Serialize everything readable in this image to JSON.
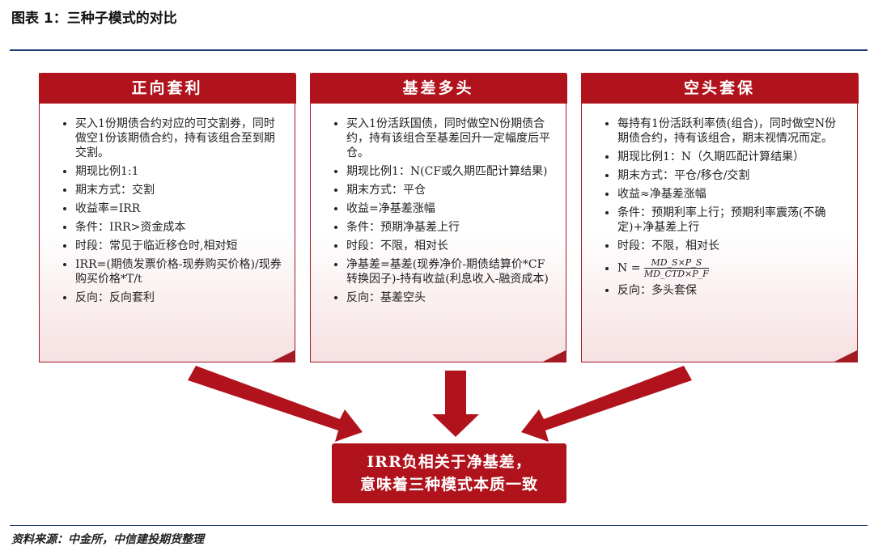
{
  "title": "图表 1：三种子模式的对比",
  "panels": [
    {
      "header": "正向套利",
      "items": [
        "买入1份期债合约对应的可交割券，同时做空1份该期债合约，持有该组合至到期交割。",
        "期现比例1:1",
        "期末方式：交割",
        "收益率=IRR",
        "条件：IRR>资金成本",
        "时段：常见于临近移仓时,相对短",
        "IRR=(期债发票价格-现券购买价格)/现券购买价格*T/t",
        "反向：反向套利"
      ]
    },
    {
      "header": "基差多头",
      "items": [
        "买入1份活跃国债，同时做空N份期债合约，持有该组合至基差回升一定幅度后平仓。",
        "期现比例1：N(CF或久期匹配计算结果)",
        "期末方式：平仓",
        "收益=净基差涨幅",
        "条件：预期净基差上行",
        "时段：不限，相对长",
        "净基差=基差(现券净价-期债结算价*CF转换因子)-持有收益(利息收入-融资成本)",
        "反向：基差空头"
      ]
    },
    {
      "header": "空头套保",
      "items": [
        "每持有1份活跃利率债(组合)，同时做空N份期债合约，持有该组合，期末视情况而定。",
        "期现比例1：N（久期匹配计算结果）",
        "期末方式：平仓/移仓/交割",
        "收益≈净基差涨幅",
        "条件：预期利率上行；预期利率震荡(不确定)+净基差上行",
        "时段：不限，相对长",
        "反向：多头套保"
      ],
      "formula": {
        "lhs": "N =",
        "numerator": "MD_S×P_S",
        "denominator": "MD_CTD×P_F"
      }
    }
  ],
  "result": {
    "line1": "IRR负相关于净基差，",
    "line2": "意味着三种模式本质一致"
  },
  "source": "资料来源：中金所，中信建投期货整理"
}
